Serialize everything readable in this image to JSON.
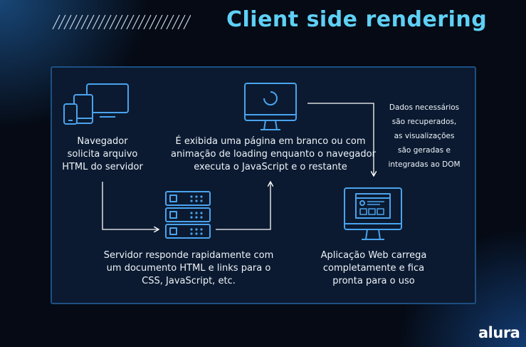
{
  "title": "Client side rendering",
  "steps": {
    "browser": [
      "Navegador",
      "solicita arquivo",
      "HTML do servidor"
    ],
    "blank_page": [
      "É exibida uma página em branco ou com",
      "animação de loading enquanto o navegador",
      "executa o JavaScript e o restante"
    ],
    "data": [
      "Dados necessários",
      "são recuperados,",
      "as visualizações",
      "são geradas e",
      "integradas ao DOM"
    ],
    "server": [
      "Servidor responde rapidamente com",
      "um documento HTML e links para o",
      "CSS, JavaScript, etc."
    ],
    "app": [
      "Aplicação Web carrega",
      "completamente e fica",
      "pronta para o uso"
    ]
  },
  "logo": "alura",
  "colors": {
    "accent": "#5fd0f5",
    "icon_stroke": "#4aa3ee",
    "panel": "#0b1a30",
    "panel_border": "#1e4f82",
    "text": "#eef3fa"
  }
}
